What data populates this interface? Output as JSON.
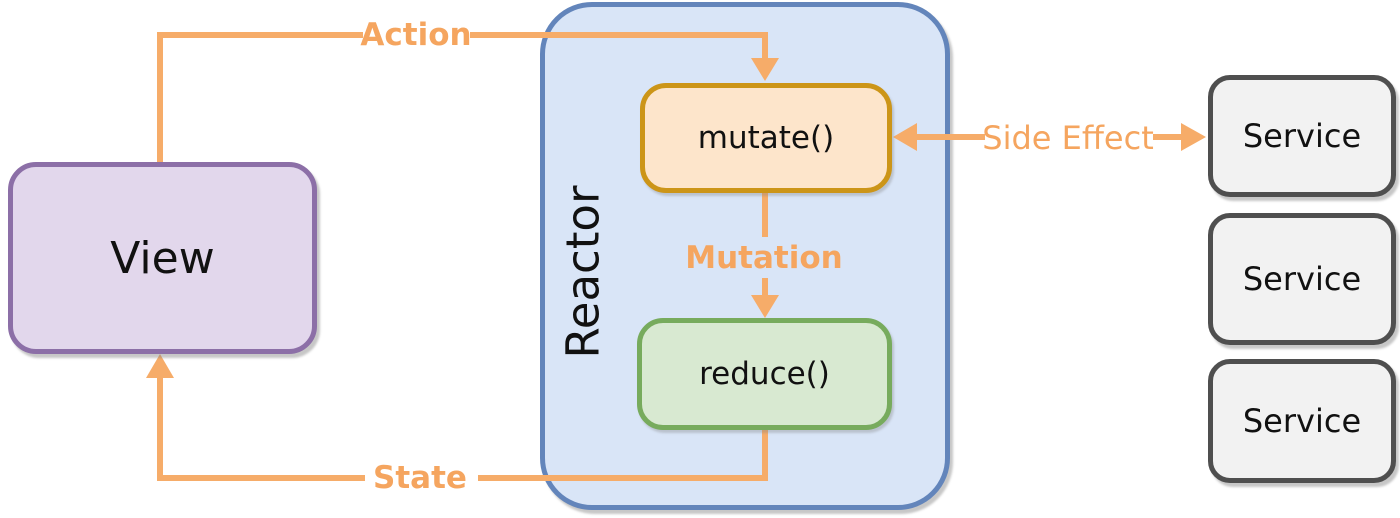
{
  "nodes": {
    "view": {
      "label": "View"
    },
    "reactor": {
      "label": "Reactor"
    },
    "mutate": {
      "label": "mutate()"
    },
    "reduce": {
      "label": "reduce()"
    }
  },
  "services": [
    {
      "label": "Service"
    },
    {
      "label": "Service"
    },
    {
      "label": "Service"
    }
  ],
  "flows": {
    "action": "Action",
    "mutation": "Mutation",
    "state": "State",
    "side_effect": "Side Effect"
  },
  "colors": {
    "arrow": "#F6AC69",
    "label": "#F5A55F",
    "text": "#111111",
    "view-border": "#8C6FA7",
    "view-fill": "#E2D7EC",
    "reactor-border": "#6385BB",
    "reactor-fill": "#D9E5F7",
    "mutate-border": "#CC9518",
    "mutate-fill": "#FDE5CB",
    "reduce-border": "#77AB5D",
    "reduce-fill": "#D8E9D1",
    "service-border": "#4F4F4F",
    "service-fill": "#F2F2F2"
  }
}
